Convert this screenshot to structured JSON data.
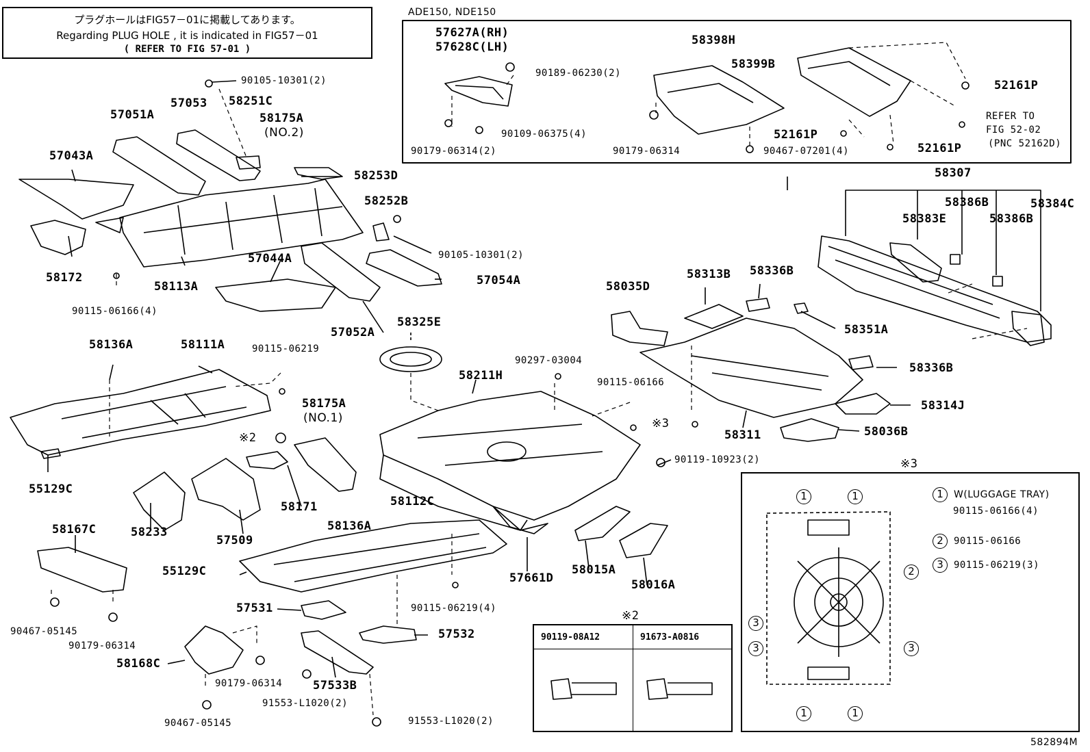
{
  "note": {
    "line1": "プラグホールはFIG57－01に掲載してあります。",
    "line2": "Regarding PLUG HOLE , it is indicated in FIG57－01",
    "line3": "(     REFER TO FIG 57-01        )"
  },
  "inset_model": "ADE150, NDE150",
  "labels": {
    "p57627a": "57627A(RH)",
    "p57628c": "57628C(LH)",
    "p90189": "90189-06230(2)",
    "p90109": "90109-06375(4)",
    "p90179a": "90179-06314(2)",
    "p58398h": "58398H",
    "p58399b": "58399B",
    "p90179b": "90179-06314",
    "p90467a": "90467-07201(4)",
    "p52161a": "52161P",
    "p52161b": "52161P",
    "p52161c": "52161P",
    "refer1": "REFER TO",
    "refer2": "FIG 52-02",
    "refer3": "(PNC 52162D)",
    "p90105a": "90105-10301(2)",
    "p57051a": "57051A",
    "p57053": "57053",
    "p58251c": "58251C",
    "p58175a2": "58175A",
    "no2": "(NO.2)",
    "p58253d": "58253D",
    "p57043a": "57043A",
    "p58252b": "58252B",
    "p90105b": "90105-10301(2)",
    "p58172": "58172",
    "p58113a": "58113A",
    "p57044a": "57044A",
    "p57054a": "57054A",
    "p90115a": "90115-06166(4)",
    "p57052a": "57052A",
    "p58136a1": "58136A",
    "p58111a": "58111A",
    "p90115b": "90115-06219",
    "p58325e": "58325E",
    "p90297": "90297-03004",
    "p58211h": "58211H",
    "p58175a1": "58175A",
    "no1": "(NO.1)",
    "mark2": "※2",
    "p90115c": "90115-06166",
    "mark3": "※3",
    "p55129c1": "55129C",
    "p58171": "58171",
    "p58233": "58233",
    "p57509": "57509",
    "p58112c": "58112C",
    "p58136a2": "58136A",
    "p58167c": "58167C",
    "p55129c2": "55129C",
    "p57661d": "57661D",
    "p58015a": "58015A",
    "p58016a": "58016A",
    "p90115d": "90115-06219(4)",
    "p90467b": "90467-05145",
    "p90179c": "90179-06314",
    "p57531": "57531",
    "p57532": "57532",
    "p58168c": "58168C",
    "p90179d": "90179-06314",
    "p57533b": "57533B",
    "p91553a": "91553-L1020(2)",
    "p91553b": "91553-L1020(2)",
    "p90467c": "90467-05145",
    "p58307": "58307",
    "p58386b1": "58386B",
    "p58384c": "58384C",
    "p58383e": "58383E",
    "p58386b2": "58386B",
    "p58035d": "58035D",
    "p58313b": "58313B",
    "p58336b1": "58336B",
    "p58351a": "58351A",
    "p58336b2": "58336B",
    "p58314j": "58314J",
    "p58311": "58311",
    "p58036b": "58036B",
    "p90119": "90119-10923(2)",
    "fig_no": "582894M"
  },
  "table2": {
    "mark": "※2",
    "col1": "90119-08A12",
    "col2": "91673-A0816"
  },
  "table3": {
    "mark": "※3",
    "legend": [
      {
        "num": "1",
        "text": "W(LUGGAGE TRAY)"
      },
      {
        "num": "",
        "text": "90115-06166(4)"
      },
      {
        "num": "2",
        "text": "90115-06166"
      },
      {
        "num": "3",
        "text": "90115-06219(3)"
      }
    ],
    "callouts": [
      "1",
      "1",
      "2",
      "3",
      "3",
      "3",
      "1",
      "1"
    ]
  }
}
